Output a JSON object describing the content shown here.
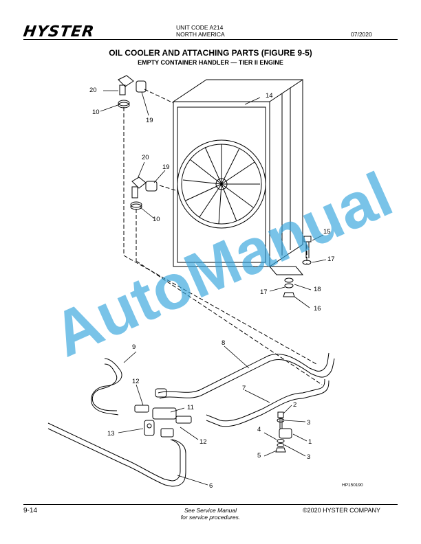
{
  "header": {
    "logo": "HYSTER",
    "unit_code": "UNIT CODE A214",
    "region": "NORTH AMERICA",
    "date": "07/2020"
  },
  "title": "OIL COOLER AND ATTACHING PARTS (FIGURE 9-5)",
  "subtitle": "EMPTY CONTAINER HANDLER — TIER II ENGINE",
  "callouts": [
    "1",
    "2",
    "3",
    "3",
    "4",
    "5",
    "6",
    "7",
    "8",
    "9",
    "10",
    "10",
    "11",
    "12",
    "12",
    "13",
    "14",
    "15",
    "16",
    "17",
    "17",
    "18",
    "19",
    "19",
    "20",
    "20"
  ],
  "figure_code": "HP150190",
  "watermark": "AutoManual",
  "footer": {
    "page": "9-14",
    "note_line1": "See Service Manual",
    "note_line2": "for service procedures.",
    "copyright": "©2020 HYSTER COMPANY"
  },
  "colors": {
    "watermark": "#33a4dc",
    "ink": "#000000"
  }
}
